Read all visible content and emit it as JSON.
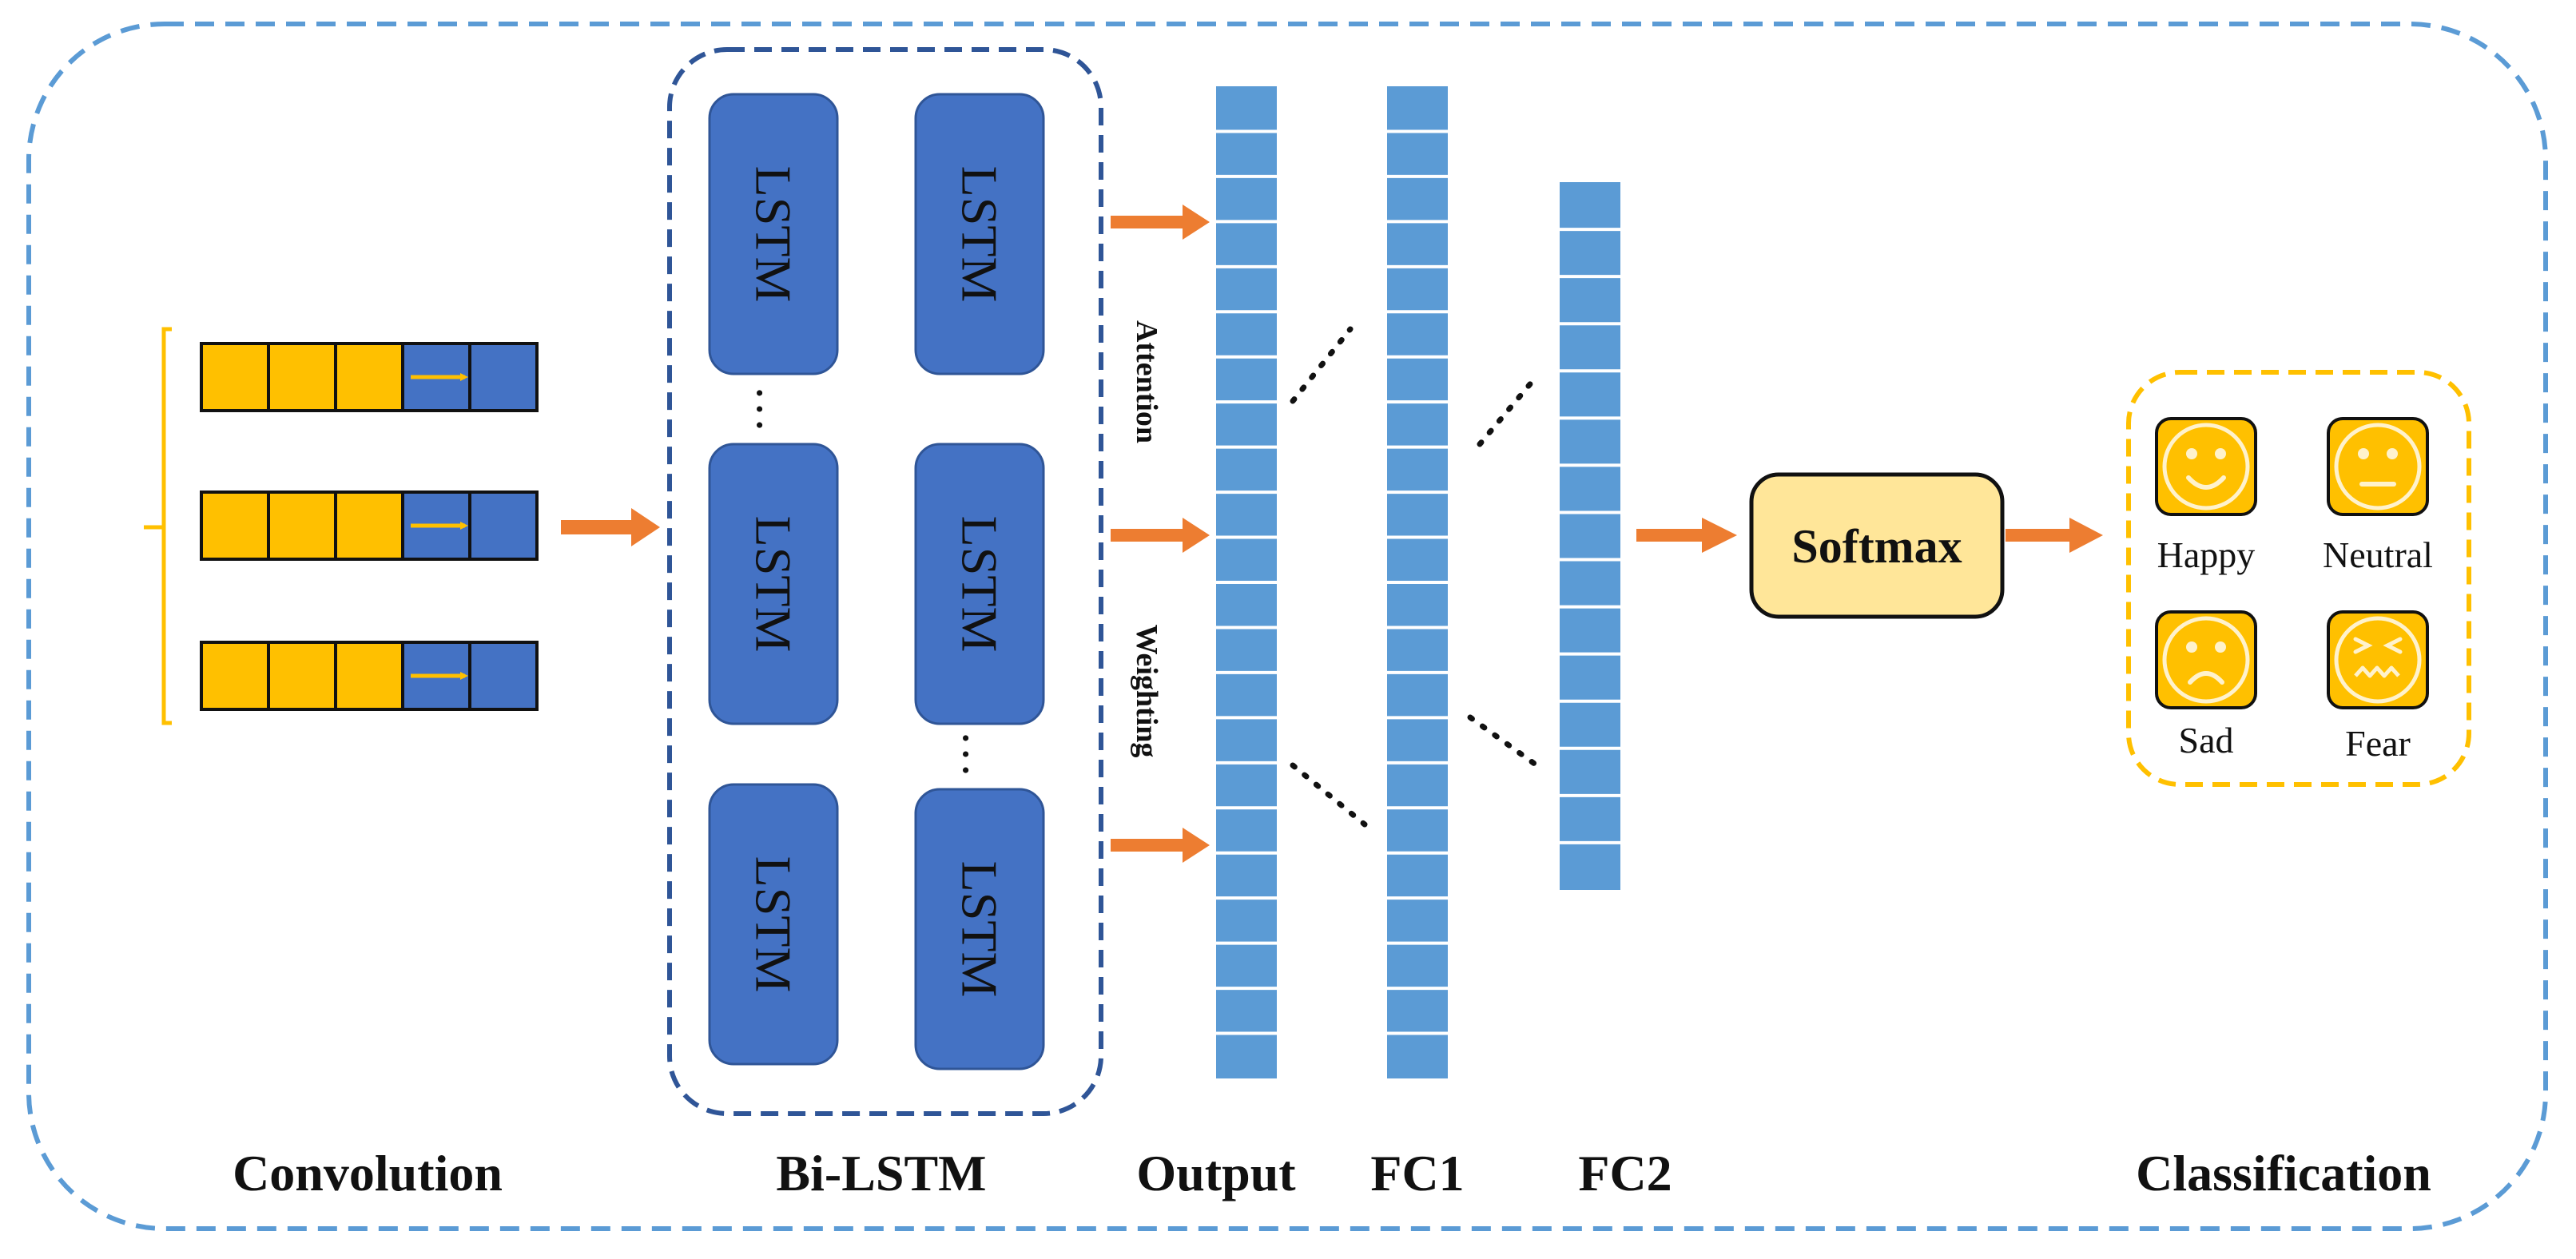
{
  "colors": {
    "outer_border": "#5b9bd5",
    "conv_yellow": "#ffc000",
    "conv_blue": "#4472c4",
    "lstm_fill": "#4472c4",
    "lstm_border": "#2f5597",
    "layer_fill": "#5b9bd5",
    "arrow": "#ed7d31",
    "softmax_fill": "#ffe699",
    "class_border": "#ffc000",
    "emoji_fill": "#ffc000"
  },
  "stages": {
    "convolution": "Convolution",
    "bilstm": "Bi-LSTM",
    "output": "Output",
    "fc1": "FC1",
    "fc2": "FC2",
    "classification": "Classification"
  },
  "lstm": {
    "cell_label": "LSTM",
    "ellipsis": "…"
  },
  "attention": {
    "word1": "Attention",
    "word2": "Weighting"
  },
  "softmax": "Softmax",
  "emotions": [
    {
      "label": "Happy",
      "icon": "happy-face-icon"
    },
    {
      "label": "Neutral",
      "icon": "neutral-face-icon"
    },
    {
      "label": "Sad",
      "icon": "sad-face-icon"
    },
    {
      "label": "Fear",
      "icon": "fear-face-icon"
    }
  ]
}
